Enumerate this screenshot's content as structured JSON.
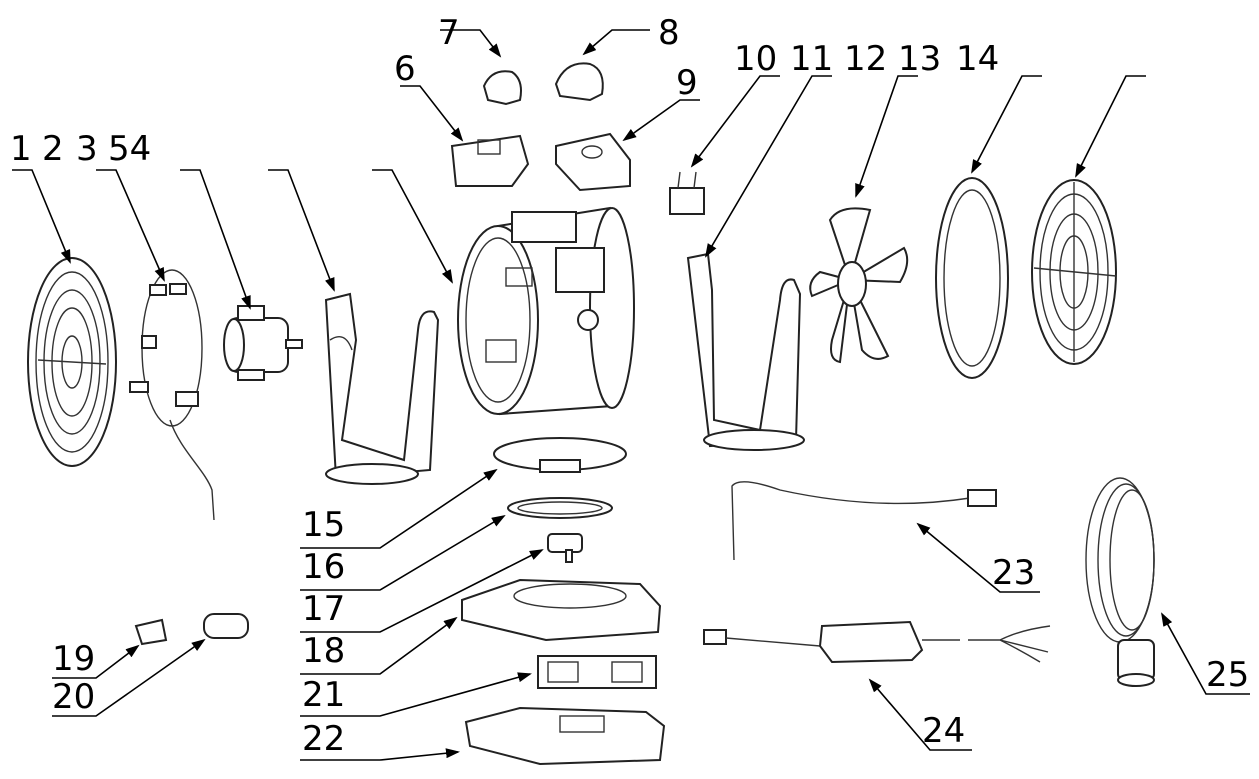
{
  "labels": {
    "l1": "1",
    "l2": "2",
    "l3": "3",
    "l54": "54",
    "l6": "6",
    "l7": "7",
    "l8": "8",
    "l9": "9",
    "l10": "10",
    "l11": "11",
    "l12": "12",
    "l13": "13",
    "l14": "14",
    "l15": "15",
    "l16": "16",
    "l17": "17",
    "l18": "18",
    "l19": "19",
    "l20": "20",
    "l21": "21",
    "l22": "22",
    "l23": "23",
    "l24": "24",
    "l25": "25"
  }
}
